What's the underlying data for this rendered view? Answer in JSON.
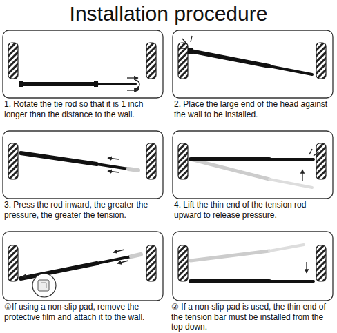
{
  "diagram": {
    "title": "Installation procedure",
    "labels": [
      "1. Rotate the tie rod so that it is 1 inch longer than the distance to the wall.",
      "2. Place the large end of the head against the wall to be installed.",
      "3. Press the rod inward, the greater the pressure, the greater the tension.",
      "4. Lift the thin end of the tension rod upward to release pressure.",
      "①If using a non-slip pad, remove the protective film and attach it to the wall.",
      "② If a non-slip pad is used, the thin end of the tension bar must be installed from the top down."
    ]
  }
}
